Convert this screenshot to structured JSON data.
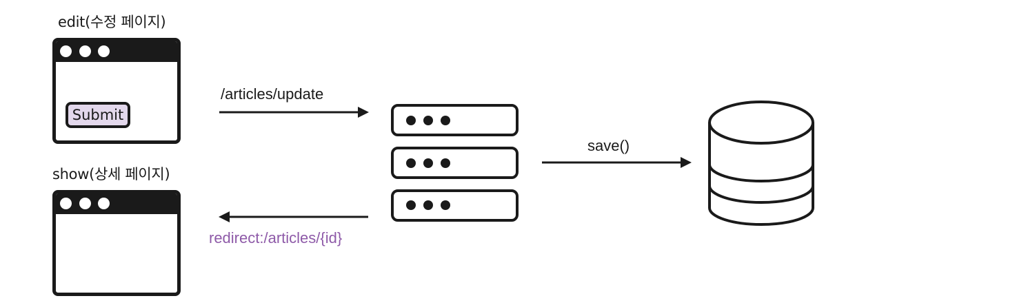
{
  "edit_page": {
    "label": "edit(수정 페이지)",
    "submit_label": "Submit"
  },
  "show_page": {
    "label": "show(상세 페이지)"
  },
  "arrows": {
    "update": "/articles/update",
    "save": "save()",
    "redirect": "redirect:/articles/{id}"
  },
  "colors": {
    "stroke": "#1a1a1a",
    "submit_fill": "#e3d8ec",
    "redirect_text": "#8e5aa8"
  },
  "icons": [
    "browser-window-icon",
    "server-stack-icon",
    "database-icon",
    "arrow-right-icon",
    "arrow-left-icon"
  ]
}
